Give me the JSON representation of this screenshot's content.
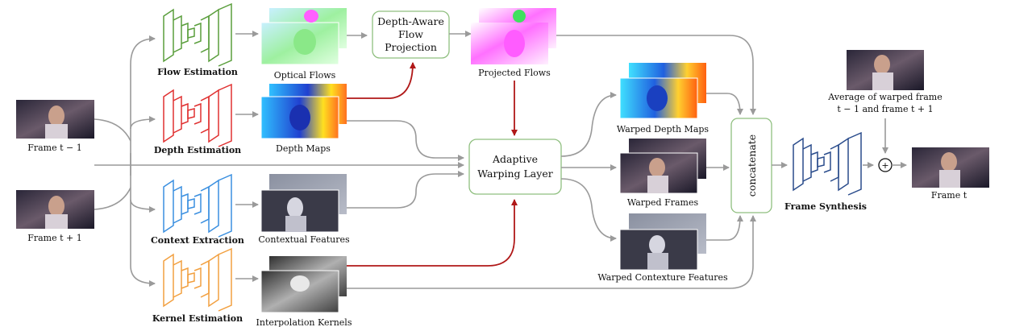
{
  "inputs": {
    "frame_prev": "Frame t − 1",
    "frame_next": "Frame t + 1"
  },
  "networks": {
    "flow": "Flow Estimation",
    "depth": "Depth Estimation",
    "context": "Context Extraction",
    "kernel": "Kernel Estimation",
    "synthesis": "Frame Synthesis"
  },
  "features": {
    "optical_flows": "Optical Flows",
    "depth_maps": "Depth Maps",
    "contextual_features": "Contextual Features",
    "interpolation_kernels": "Interpolation Kernels",
    "projected_flows": "Projected Flows"
  },
  "modules": {
    "projection_line1": "Depth-Aware",
    "projection_line2": "Flow",
    "projection_line3": "Projection",
    "warping_line1": "Adaptive",
    "warping_line2": "Warping Layer",
    "concat": "concatenate"
  },
  "warped": {
    "depth_maps": "Warped Depth Maps",
    "frames": "Warped Frames",
    "contexture": "Warped Contexture Features"
  },
  "output": {
    "average_line1": "Average of warped frame",
    "average_line2": "t − 1 and frame t + 1",
    "plus_symbol": "+",
    "frame_out": "Frame t"
  },
  "colors": {
    "flow_net": "#5a9e3c",
    "depth_net": "#e03030",
    "context_net": "#3a8fe0",
    "kernel_net": "#f2a040",
    "synthesis_net": "#2a4c8c",
    "module_border": "#8fbf7f",
    "gray_arrow": "#9a9a9a",
    "red_arrow": "#b01818"
  }
}
